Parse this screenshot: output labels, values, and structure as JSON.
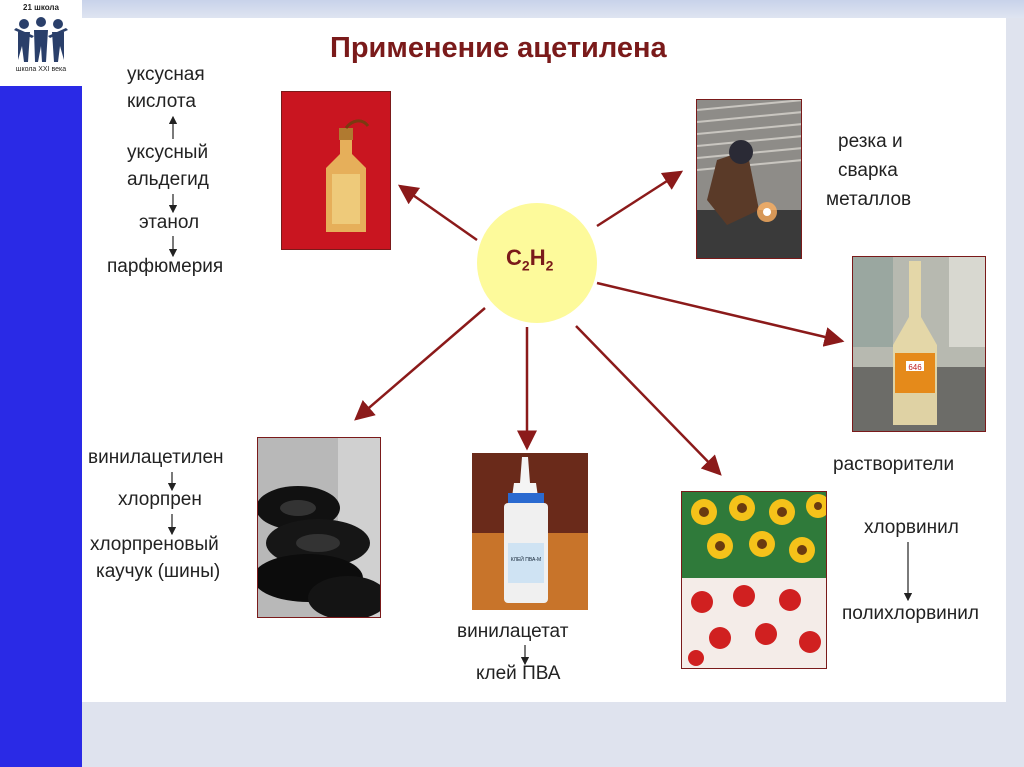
{
  "logo": {
    "top_text": "21 школа",
    "bottom_text": "школа XXI века"
  },
  "title": "Применение ацетилена",
  "formula": {
    "c": "C",
    "c_sub": "2",
    "h": "H",
    "h_sub": "2"
  },
  "chains": {
    "top_left": [
      "уксусная",
      "кислота",
      "уксусный",
      "альдегид",
      "этанол",
      "парфюмерия"
    ],
    "top_right": [
      "резка и",
      "сварка",
      "металлов"
    ],
    "mid_right": [
      "растворители"
    ],
    "bottom_left": [
      "винилацетилен",
      "хлорпрен",
      "хлорпреновый",
      "каучук (шины)"
    ],
    "bottom_center": [
      "винилацетат",
      "клей ПВА"
    ],
    "bottom_right": [
      "хлорвинил",
      "полихлорвинил"
    ]
  },
  "photos": {
    "perfume": "perfume-bottle-photo",
    "welding": "welding-photo",
    "solvent": "solvent-bottle-photo",
    "tires": "tires-photo",
    "glue": "pva-glue-photo",
    "pvc": "pvc-tablecloth-photo",
    "glue_label": "КЛЕЙ ПВА-М",
    "solvent_label": "646"
  },
  "colors": {
    "arrow": "#8b1a1a",
    "title": "#7a1a1a",
    "sun": "#fdfa9b",
    "sidebar": "#2a2ae6"
  }
}
